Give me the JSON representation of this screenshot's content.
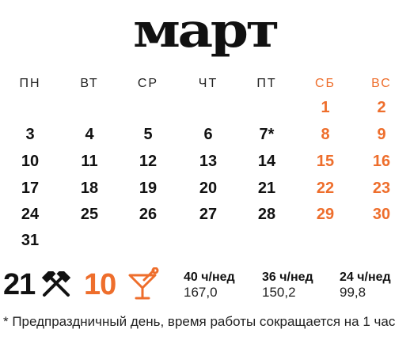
{
  "month_title": "март",
  "weekdays": [
    "ПН",
    "ВТ",
    "СР",
    "ЧТ",
    "ПТ",
    "СБ",
    "ВС"
  ],
  "weeks": [
    [
      "",
      "",
      "",
      "",
      "",
      "1",
      "2"
    ],
    [
      "3",
      "4",
      "5",
      "6",
      "7*",
      "8",
      "9"
    ],
    [
      "10",
      "11",
      "12",
      "13",
      "14",
      "15",
      "16"
    ],
    [
      "17",
      "18",
      "19",
      "20",
      "21",
      "22",
      "23"
    ],
    [
      "24",
      "25",
      "26",
      "27",
      "28",
      "29",
      "30"
    ],
    [
      "31",
      "",
      "",
      "",
      "",
      "",
      ""
    ]
  ],
  "work_days": "21",
  "work_icon": "crossed-hammers-icon",
  "holidays": "10",
  "holiday_icon": "cocktail-glass-icon",
  "hours": [
    {
      "label": "40 ч/нед",
      "value": "167,0"
    },
    {
      "label": "36 ч/нед",
      "value": "150,2"
    },
    {
      "label": "24 ч/нед",
      "value": "99,8"
    }
  ],
  "footnote": "* Предпраздничный день, время работы сокращается на 1 час",
  "colors": {
    "weekend": "#ee6e2c",
    "text": "#111111"
  }
}
